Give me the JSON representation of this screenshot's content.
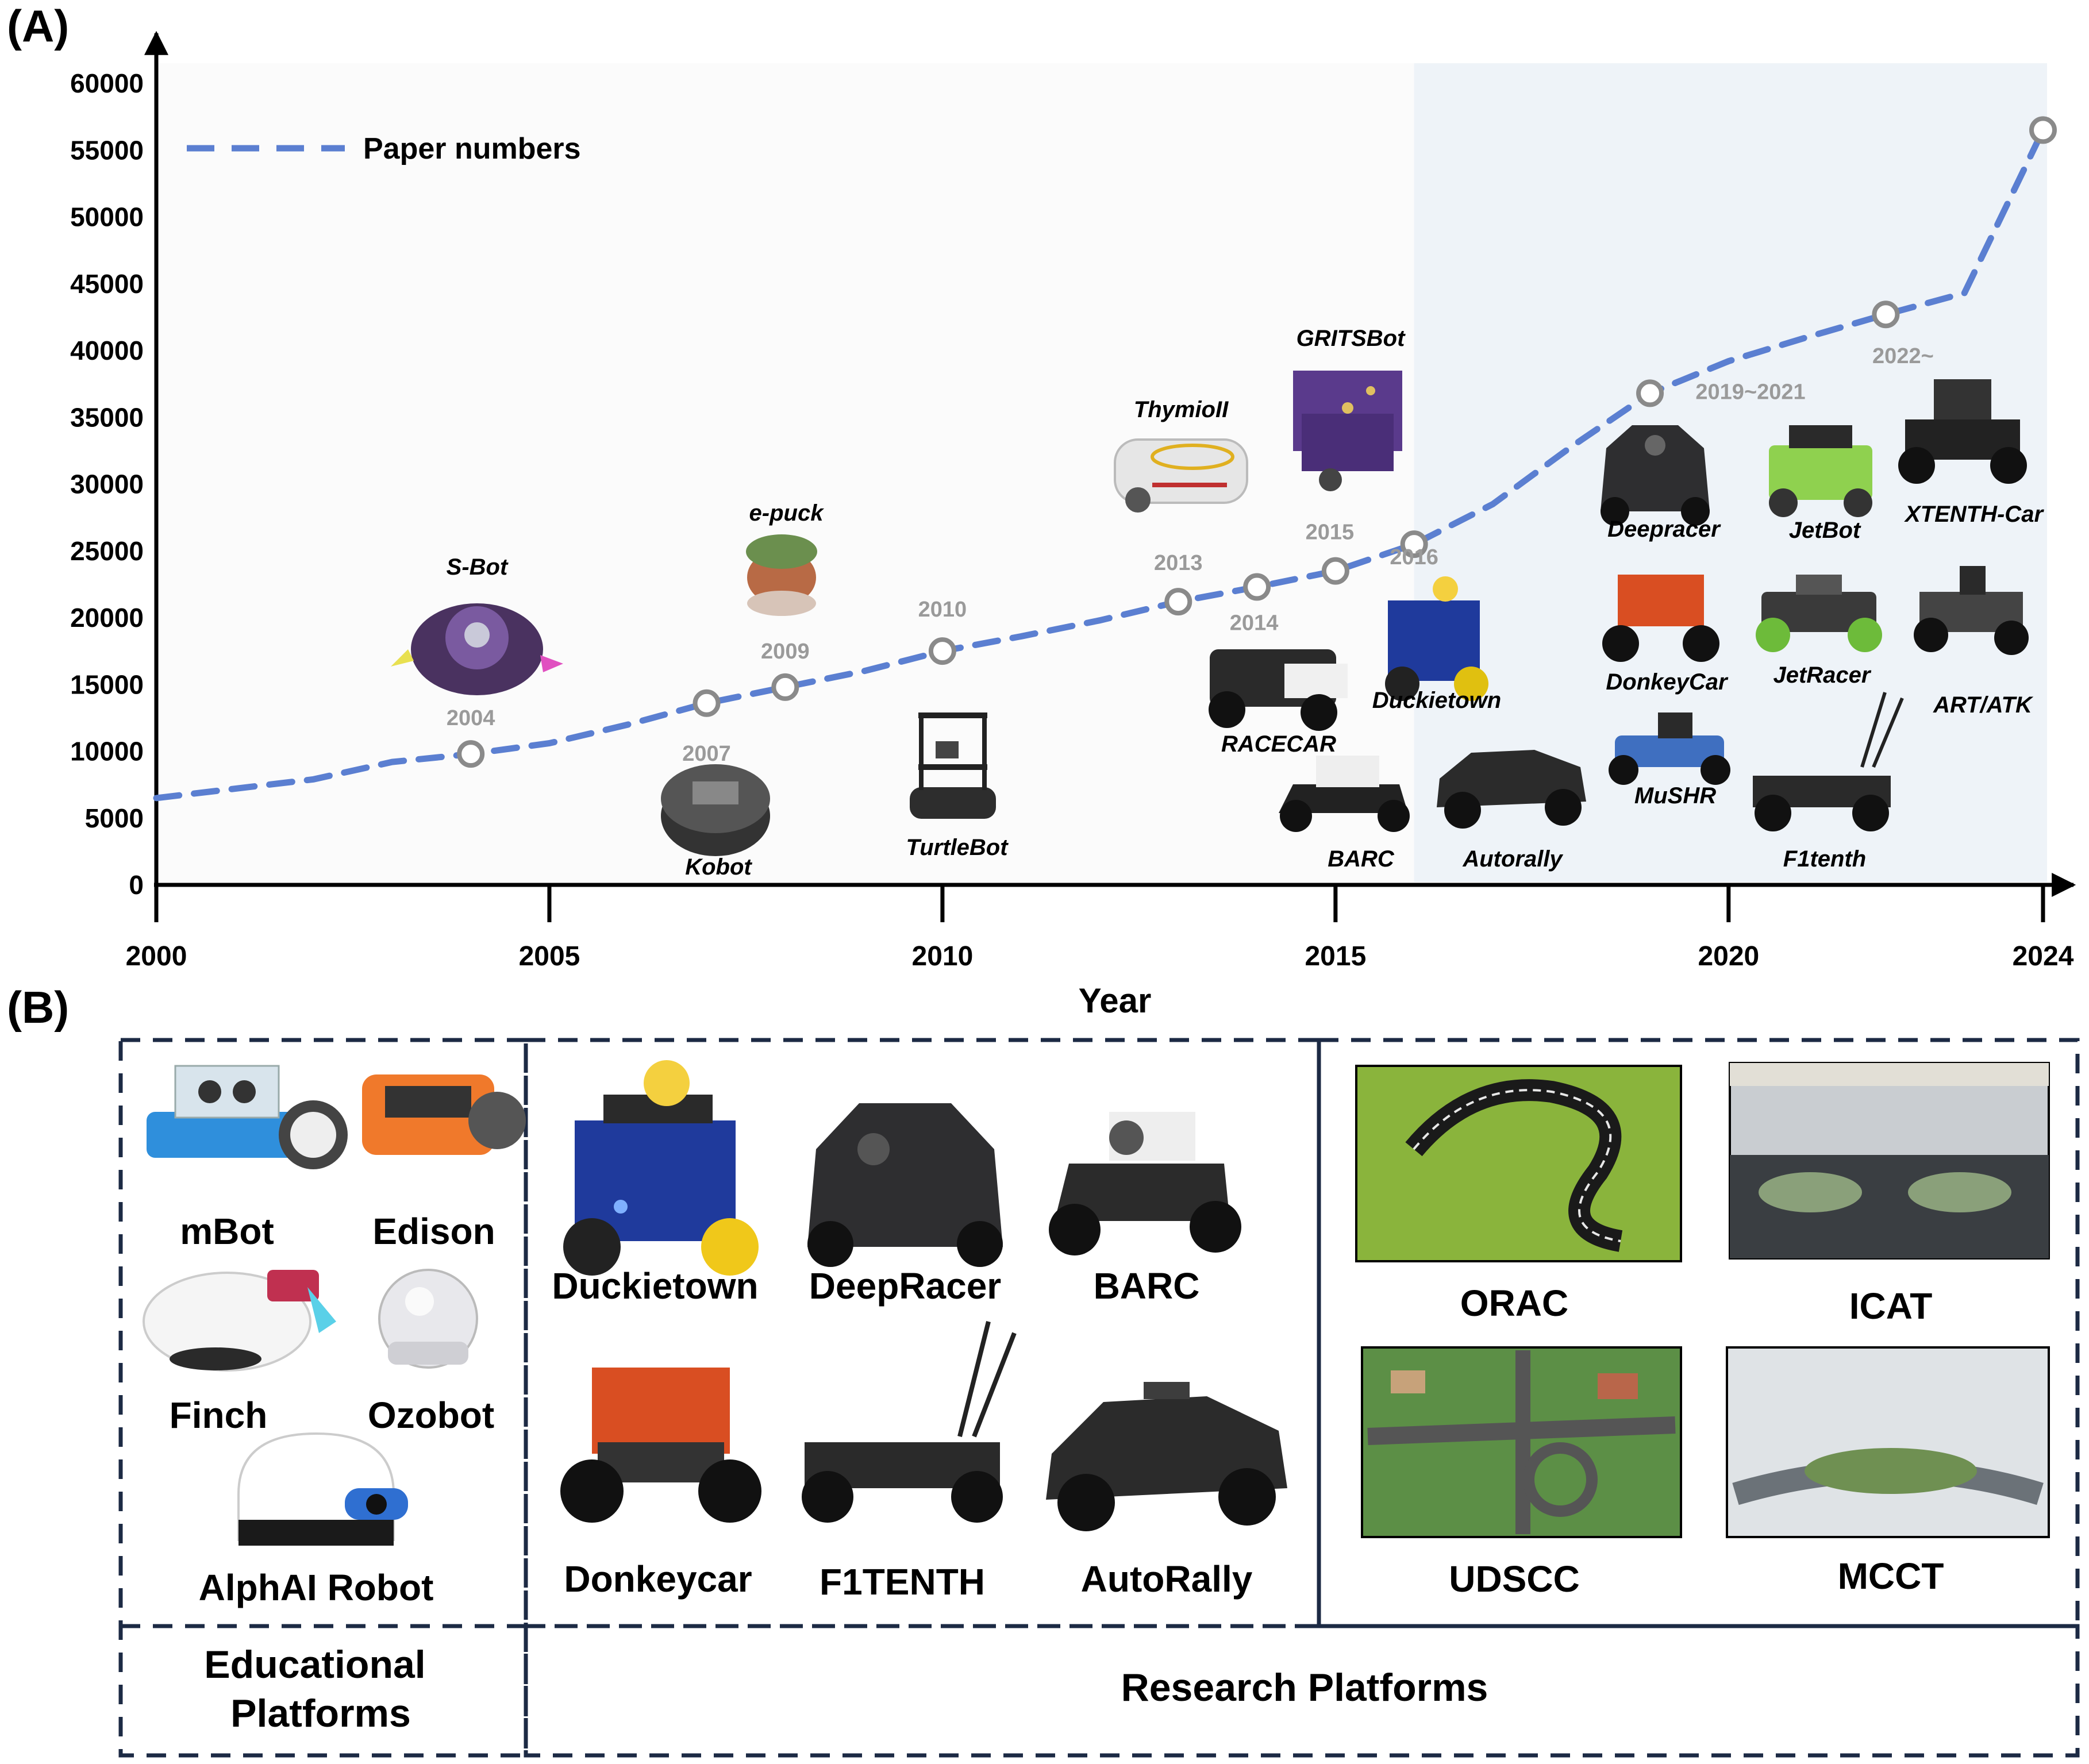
{
  "panels": {
    "a_letter": "(A)",
    "b_letter": "(B)"
  },
  "colors": {
    "line": "#5b7fd1",
    "marker_stroke": "#8a8a8a",
    "highlight_bg": "#eef3f8",
    "box_border": "#1c2a44"
  },
  "chart_data": {
    "type": "line",
    "xlabel": "Year",
    "ylabel": "",
    "title": "",
    "xlim": [
      2000,
      2024
    ],
    "ylim": [
      0,
      60000
    ],
    "x_ticks": [
      2000,
      2005,
      2010,
      2015,
      2020,
      2024
    ],
    "y_ticks": [
      0,
      5000,
      10000,
      15000,
      20000,
      25000,
      30000,
      35000,
      40000,
      45000,
      50000,
      55000,
      60000
    ],
    "highlight_from": 2016,
    "series": [
      {
        "name": "Paper numbers",
        "style": "dashed",
        "x": [
          2000,
          2002,
          2003,
          2004,
          2005,
          2006,
          2007,
          2008,
          2009,
          2010,
          2011,
          2012,
          2013,
          2014,
          2015,
          2016,
          2017,
          2018,
          2019,
          2020,
          2021,
          2022,
          2023,
          2024
        ],
        "y": [
          6500,
          7900,
          9200,
          9800,
          10600,
          12000,
          13600,
          14800,
          16000,
          17500,
          18600,
          19800,
          21200,
          22300,
          23500,
          25500,
          28500,
          32800,
          36800,
          39200,
          41000,
          42700,
          44300,
          56500
        ]
      }
    ],
    "markers": [
      {
        "x": 2004,
        "y": 9800,
        "label": "2004"
      },
      {
        "x": 2007,
        "y": 13600,
        "label": "2007"
      },
      {
        "x": 2008,
        "y": 14800,
        "label": "2009"
      },
      {
        "x": 2010,
        "y": 17500,
        "label": "2010"
      },
      {
        "x": 2013,
        "y": 21200,
        "label": "2013"
      },
      {
        "x": 2014,
        "y": 22300,
        "label": "2014"
      },
      {
        "x": 2015,
        "y": 23500,
        "label": "2015"
      },
      {
        "x": 2016,
        "y": 25500,
        "label": "2016"
      },
      {
        "x": 2019,
        "y": 36800,
        "label": "2019~2021"
      },
      {
        "x": 2022,
        "y": 42700,
        "label": "2022~"
      },
      {
        "x": 2024,
        "y": 56500,
        "label": ""
      }
    ],
    "robots": [
      {
        "name": "S-Bot",
        "icon": "s-bot-robot-icon"
      },
      {
        "name": "Kobot",
        "icon": "kobot-robot-icon"
      },
      {
        "name": "e-puck",
        "icon": "e-puck-robot-icon"
      },
      {
        "name": "TurtleBot",
        "icon": "turtlebot-robot-icon"
      },
      {
        "name": "ThymioII",
        "icon": "thymio-robot-icon"
      },
      {
        "name": "GRITSBot",
        "icon": "gritsbot-robot-icon"
      },
      {
        "name": "RACECAR",
        "icon": "racecar-car-icon"
      },
      {
        "name": "BARC",
        "icon": "barc-car-icon"
      },
      {
        "name": "Duckietown",
        "icon": "duckiebot-car-icon"
      },
      {
        "name": "Autorally",
        "icon": "autorally-car-icon"
      },
      {
        "name": "Deepracer",
        "icon": "deepracer-car-icon"
      },
      {
        "name": "DonkeyCar",
        "icon": "donkeycar-car-icon"
      },
      {
        "name": "MuSHR",
        "icon": "mushr-car-icon"
      },
      {
        "name": "JetBot",
        "icon": "jetbot-robot-icon"
      },
      {
        "name": "JetRacer",
        "icon": "jetracer-car-icon"
      },
      {
        "name": "F1tenth",
        "icon": "f1tenth-car-icon"
      },
      {
        "name": "XTENTH-Car",
        "icon": "xtenth-car-icon"
      },
      {
        "name": "ART/ATK",
        "icon": "art-atk-car-icon"
      }
    ]
  },
  "panel_b": {
    "educational": {
      "group_label_line1": "Educational",
      "group_label_line2": "Platforms",
      "items": [
        {
          "name": "mBot",
          "icon": "mbot-robot-icon"
        },
        {
          "name": "Edison",
          "icon": "edison-robot-icon"
        },
        {
          "name": "Finch",
          "icon": "finch-robot-icon"
        },
        {
          "name": "Ozobot",
          "icon": "ozobot-robot-icon"
        },
        {
          "name": "AlphAI Robot",
          "icon": "alphai-robot-icon"
        }
      ]
    },
    "research": {
      "group_label": "Research Platforms",
      "vehicles": [
        {
          "name": "Duckietown",
          "icon": "duckiebot-car-icon"
        },
        {
          "name": "DeepRacer",
          "icon": "deepracer-car-icon"
        },
        {
          "name": "BARC",
          "icon": "barc-car-icon"
        },
        {
          "name": "Donkeycar",
          "icon": "donkeycar-car-icon"
        },
        {
          "name": "F1TENTH",
          "icon": "f1tenth-car-icon"
        },
        {
          "name": "AutoRally",
          "icon": "autorally-car-icon"
        }
      ],
      "testbeds": [
        {
          "name": "ORAC",
          "icon": "race-track-image"
        },
        {
          "name": "ICAT",
          "icon": "indoor-testbed-image"
        },
        {
          "name": "UDSCC",
          "icon": "city-model-image"
        },
        {
          "name": "MCCT",
          "icon": "miniature-city-image"
        }
      ]
    }
  }
}
